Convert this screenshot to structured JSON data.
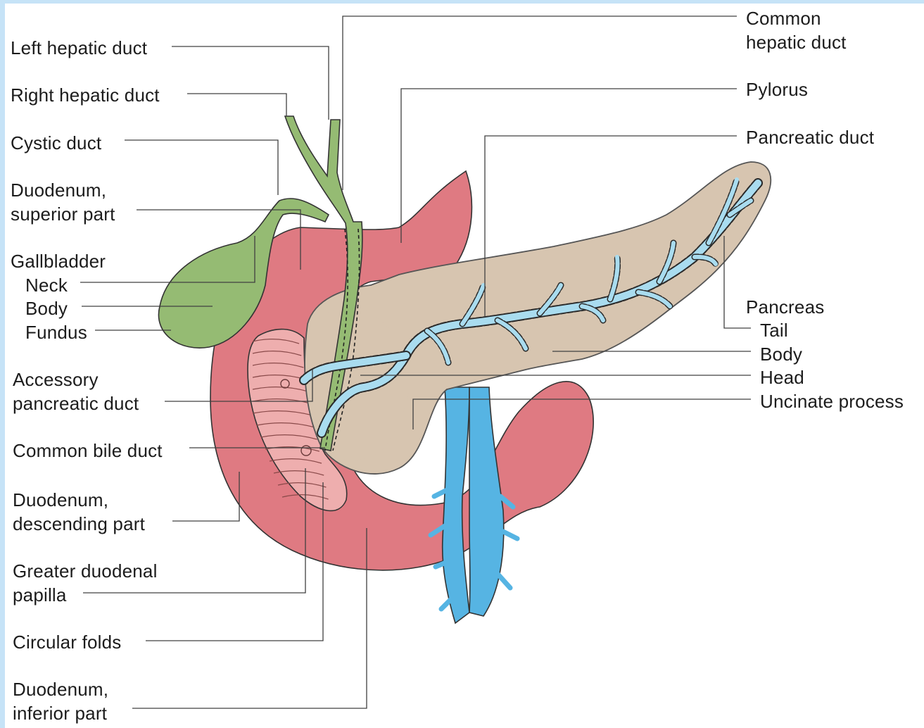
{
  "colors": {
    "frame": "#c6e3f7",
    "gallbladder": "#95bb73",
    "duodenum": "#df7a82",
    "duodenum_interior": "#eeaeae",
    "pancreas": "#d7c5b0",
    "pancreatic_duct": "#a9dcef",
    "vessels": "#56b4e3",
    "leader_lines": "#404040"
  },
  "labels": {
    "left_hepatic_duct": "Left hepatic duct",
    "right_hepatic_duct": "Right hepatic duct",
    "cystic_duct": "Cystic duct",
    "duodenum_superior_1": "Duodenum,",
    "duodenum_superior_2": "superior part",
    "gallbladder": "Gallbladder",
    "neck": "Neck",
    "body_gb": "Body",
    "fundus": "Fundus",
    "accessory_1": "Accessory",
    "accessory_2": "pancreatic duct",
    "common_bile_duct": "Common bile duct",
    "duodenum_descending_1": "Duodenum,",
    "duodenum_descending_2": "descending part",
    "papilla_1": "Greater duodenal",
    "papilla_2": "papilla",
    "circular_folds": "Circular folds",
    "duodenum_inferior_1": "Duodenum,",
    "duodenum_inferior_2": "inferior part",
    "common_hepatic_1": "Common",
    "common_hepatic_2": "hepatic duct",
    "pylorus": "Pylorus",
    "pancreatic_duct": "Pancreatic duct",
    "pancreas": "Pancreas",
    "tail": "Tail",
    "body_pancreas": "Body",
    "head": "Head",
    "uncinate_process": "Uncinate process"
  }
}
